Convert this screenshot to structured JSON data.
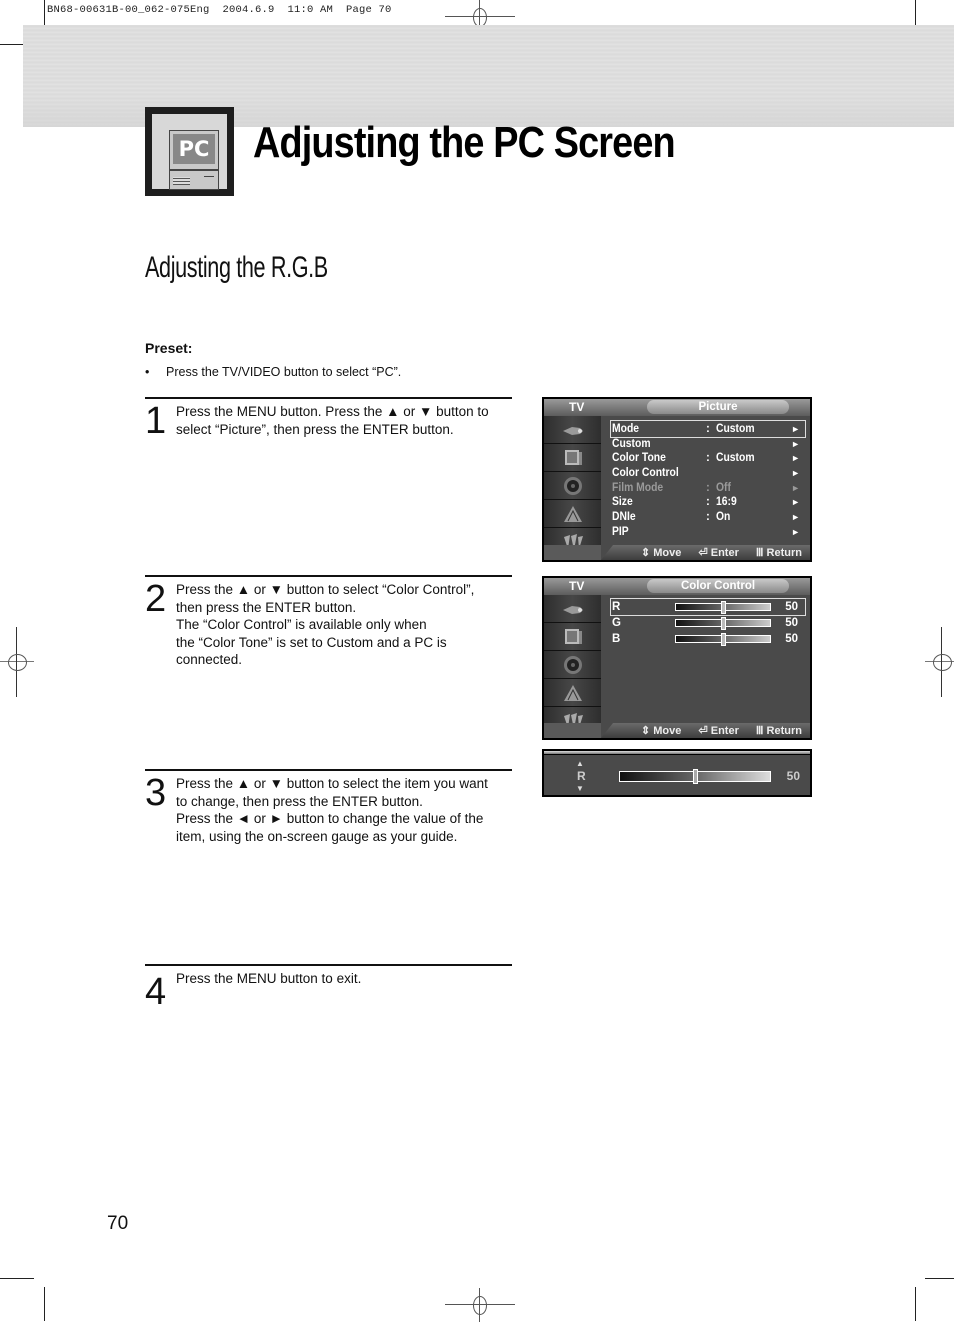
{
  "print_header": "BN68-00631B-00_062-075Eng  2004.6.9  11:0 AM  Page 70",
  "header": {
    "icon": "pc-monitor-icon",
    "icon_text": "PC",
    "title": "Adjusting the PC Screen"
  },
  "section": {
    "title": "Adjusting the R.G.B"
  },
  "preset": {
    "label": "Preset:",
    "bullet": "•",
    "text": "Press the TV/VIDEO button to select “PC”."
  },
  "steps": [
    {
      "number": "1",
      "lines": [
        "Press the MENU button. Press the ▲ or ▼ button to",
        "select “Picture”, then press the ENTER button."
      ]
    },
    {
      "number": "2",
      "lines": [
        "Press the ▲ or ▼ button to select “Color Control”,",
        "then press the ENTER button.",
        "The “Color Control” is available only when",
        "the “Color Tone” is set to Custom and a PC is",
        "connected."
      ]
    },
    {
      "number": "3",
      "lines": [
        "Press the ▲ or ▼ button to select the item you want",
        "to change, then press the ENTER button.",
        "Press the ◄ or ► button to change the value of the",
        "item, using the on-screen gauge as your guide."
      ]
    },
    {
      "number": "4",
      "lines": [
        "Press the MENU button to exit."
      ]
    }
  ],
  "osd_picture": {
    "source": "TV",
    "title": "Picture",
    "side_icons": [
      "input-plug-icon",
      "picture-tv-icon",
      "sound-speaker-icon",
      "channel-antenna-icon",
      "setup-tools-icon"
    ],
    "items": [
      {
        "label": "Mode",
        "value": "Custom",
        "arrow": "►",
        "selected": true,
        "disabled": false
      },
      {
        "label": "Custom",
        "value": "",
        "arrow": "►",
        "selected": false,
        "disabled": false
      },
      {
        "label": "Color Tone",
        "value": "Custom",
        "arrow": "►",
        "selected": false,
        "disabled": false
      },
      {
        "label": "Color Control",
        "value": "",
        "arrow": "►",
        "selected": false,
        "disabled": false
      },
      {
        "label": "Film Mode",
        "value": "Off",
        "arrow": "►",
        "selected": false,
        "disabled": true
      },
      {
        "label": "Size",
        "value": "16:9",
        "arrow": "►",
        "selected": false,
        "disabled": false
      },
      {
        "label": "DNIe",
        "value": "On",
        "arrow": "►",
        "selected": false,
        "disabled": false
      },
      {
        "label": "PIP",
        "value": "",
        "arrow": "►",
        "selected": false,
        "disabled": false
      }
    ],
    "footer": {
      "move": "⇕ Move",
      "enter": "⏎ Enter",
      "return": "Ⅲ Return"
    }
  },
  "osd_color_control": {
    "source": "TV",
    "title": "Color Control",
    "items": [
      {
        "label": "R",
        "value": "50",
        "selected": true
      },
      {
        "label": "G",
        "value": "50",
        "selected": false
      },
      {
        "label": "B",
        "value": "50",
        "selected": false
      }
    ],
    "footer": {
      "move": "⇕ Move",
      "enter": "⏎ Enter",
      "return": "Ⅲ Return"
    }
  },
  "osd_single_gauge": {
    "up": "▲",
    "label": "R",
    "down": "▼",
    "value": "50"
  },
  "page_number": "70"
}
